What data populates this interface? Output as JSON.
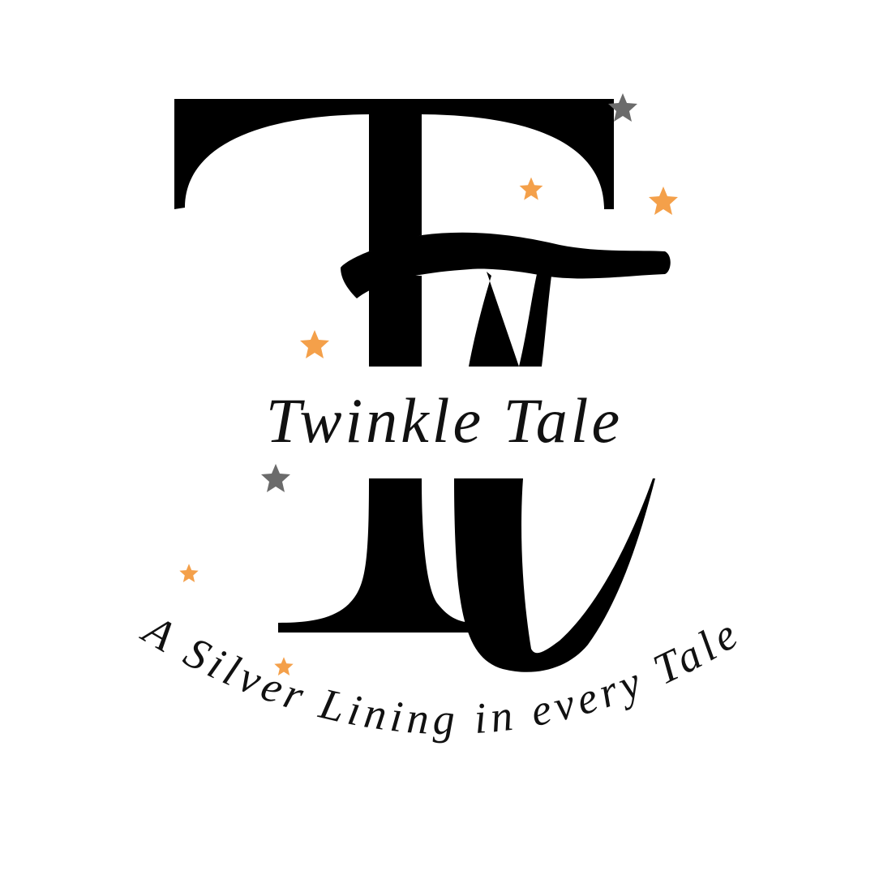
{
  "logo": {
    "brand_name": "Twinkle Tale",
    "tagline": "A Silver Lining in every Tale",
    "monogram": "TT"
  },
  "colors": {
    "ink": "#000000",
    "star_orange": "#f4a04a",
    "star_gray": "#6b6b6b",
    "background": "#ffffff"
  },
  "stars": [
    {
      "color": "star_gray"
    },
    {
      "color": "star_orange"
    },
    {
      "color": "star_orange"
    },
    {
      "color": "star_orange"
    },
    {
      "color": "star_gray"
    },
    {
      "color": "star_orange"
    },
    {
      "color": "star_orange"
    }
  ]
}
